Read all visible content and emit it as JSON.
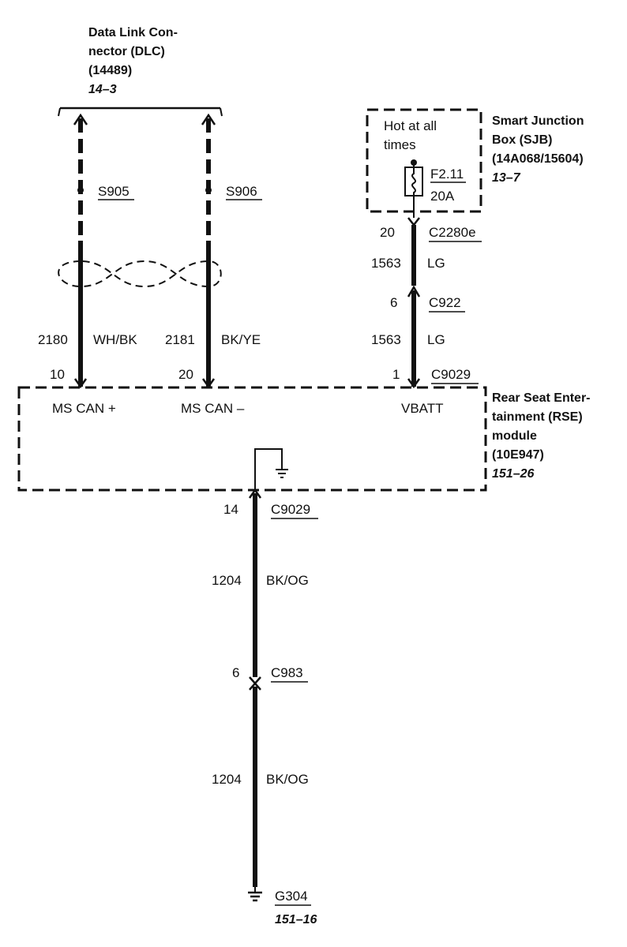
{
  "components": {
    "dlc": {
      "name_line1": "Data Link Con-",
      "name_line2": "nector (DLC)",
      "part": "(14489)",
      "ref": "14–3"
    },
    "sjb": {
      "name_line1": "Smart Junction",
      "name_line2": "Box (SJB)",
      "part": "(14A068/15604)",
      "ref": "13–7",
      "note_line1": "Hot at all",
      "note_line2": "times",
      "fuse_id": "F2.11",
      "fuse_rating": "20A"
    },
    "rse": {
      "name_line1": "Rear Seat Enter-",
      "name_line2": "tainment (RSE)",
      "name_line3": "module",
      "part": "(10E947)",
      "ref": "151–26",
      "pin_ms_can_plus": "MS CAN +",
      "pin_ms_can_minus": "MS CAN –",
      "pin_vbatt": "VBATT"
    },
    "ground": {
      "id": "G304",
      "ref": "151–16"
    }
  },
  "wires": {
    "can_plus": {
      "splice": "S905",
      "circuit": "2180",
      "color": "WH/BK",
      "pin": "10"
    },
    "can_minus": {
      "splice": "S906",
      "circuit": "2181",
      "color": "BK/YE",
      "pin": "20"
    },
    "power": {
      "c2280e_pin": "20",
      "c2280e": "C2280e",
      "circuit_1": "1563",
      "color_1": "LG",
      "c922_pin": "6",
      "c922": "C922",
      "circuit_2": "1563",
      "color_2": "LG",
      "c9029_pin": "1",
      "c9029": "C9029"
    },
    "ground_wire": {
      "c9029_pin": "14",
      "c9029": "C9029",
      "circuit_1": "1204",
      "color_1": "BK/OG",
      "c983_pin": "6",
      "c983": "C983",
      "circuit_2": "1204",
      "color_2": "BK/OG"
    }
  }
}
